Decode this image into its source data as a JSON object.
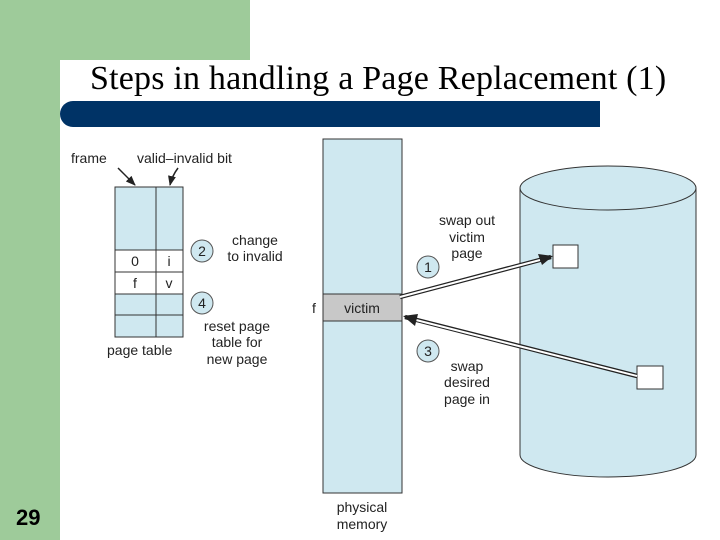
{
  "slide": {
    "title": "Steps in handling a Page Replacement (1)",
    "number": "29"
  },
  "colors": {
    "side_band": "#9ecb9a",
    "title_bar": "#003366",
    "fill_light_blue": "#cfe8f0",
    "victim_fill": "#c8c8c8"
  },
  "diagram": {
    "page_table": {
      "frame_label": "frame",
      "valid_bit_label": "valid–invalid bit",
      "caption": "page table",
      "rows": [
        {
          "frame": "0",
          "bit": "i"
        },
        {
          "frame": "f",
          "bit": "v"
        }
      ]
    },
    "physical_memory": {
      "frame_label": "f",
      "victim_label": "victim",
      "caption_line1": "physical",
      "caption_line2": "memory"
    },
    "steps": [
      {
        "number": "1",
        "line1": "swap out",
        "line2": "victim",
        "line3": "page"
      },
      {
        "number": "2",
        "line1": "change",
        "line2": "to invalid"
      },
      {
        "number": "3",
        "line1": "swap",
        "line2": "desired",
        "line3": "page in"
      },
      {
        "number": "4",
        "line1": "reset page",
        "line2": "table for",
        "line3": "new page"
      }
    ]
  }
}
